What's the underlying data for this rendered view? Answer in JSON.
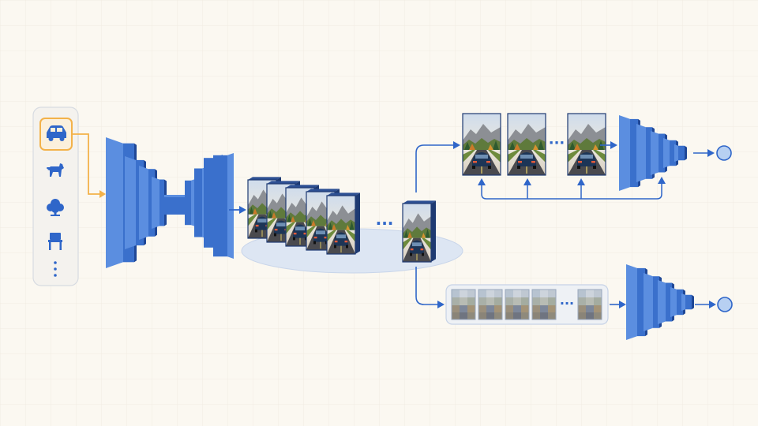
{
  "diagram": {
    "class_icons": [
      {
        "icon": "car-icon",
        "selected": true
      },
      {
        "icon": "dog-icon",
        "selected": false
      },
      {
        "icon": "tree-icon",
        "selected": false
      },
      {
        "icon": "chair-icon",
        "selected": false
      },
      {
        "icon": "vertical-ellipsis-icon",
        "selected": false
      }
    ],
    "ellipsis_label": "···",
    "generated_frame_count": 6,
    "top_branch_frame_count": 3,
    "bottom_branch_frame_count": 5
  },
  "colors": {
    "background": "#fbf8f1",
    "accent_blue": "#2f66c9",
    "block_front": "#3a70cc",
    "block_side": "#1f4796",
    "block_top": "#5b8ee0",
    "selected_orange": "#f3b24a",
    "panel_fill": "#eef1f5",
    "ellipse_fill": "#dde6f3"
  }
}
